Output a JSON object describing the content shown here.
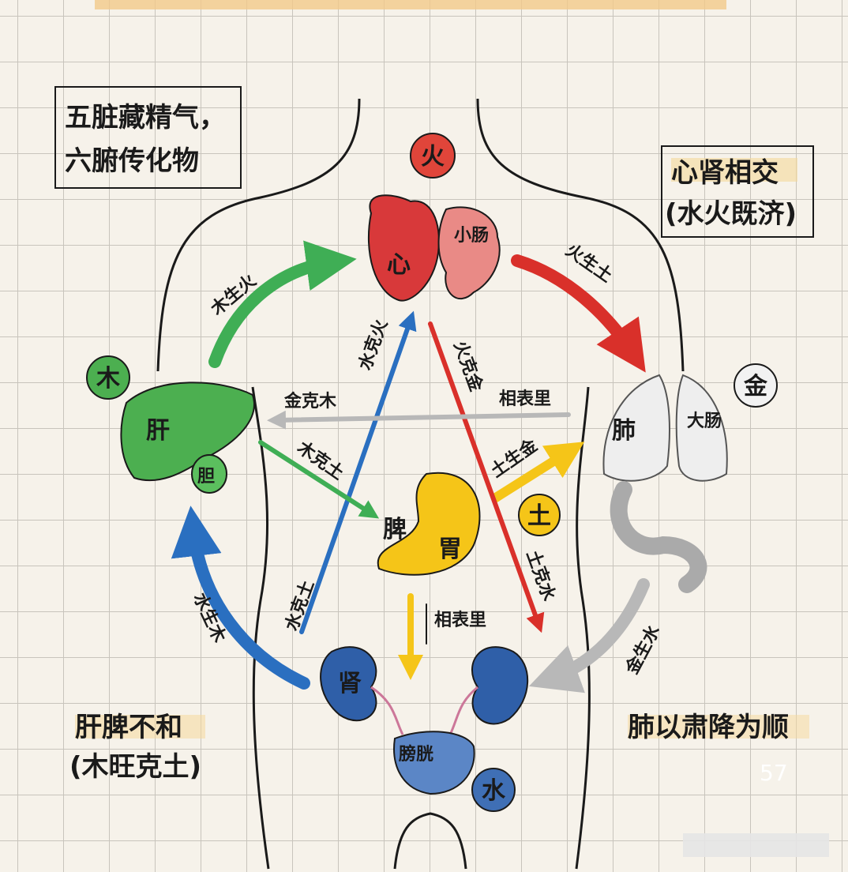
{
  "title_banner": "",
  "boxes": {
    "top_left": [
      "五脏藏精气，",
      "六腑传化物"
    ],
    "top_right": [
      "心肾相交",
      "(水火既济)"
    ]
  },
  "notes": {
    "bottom_left": [
      "肝脾不和",
      "(木旺克土)"
    ],
    "bottom_right": "肺以肃降为顺",
    "page_number": "57"
  },
  "elements": {
    "fire": {
      "label": "火",
      "color": "#e0453a"
    },
    "wood": {
      "label": "木",
      "color": "#4caf50"
    },
    "metal": {
      "label": "金",
      "color": "#f2f2f2"
    },
    "earth": {
      "label": "土",
      "color": "#f5c518"
    },
    "water": {
      "label": "水",
      "color": "#3f6fb5"
    }
  },
  "organs": {
    "heart": "心",
    "small_intestine": "小肠",
    "liver": "肝",
    "gallbladder": "胆",
    "lung": "肺",
    "large_intestine": "大肠",
    "spleen": "脾",
    "stomach": "胃",
    "kidney_left": "肾",
    "bladder": "膀胱"
  },
  "generating_cycle": [
    {
      "label": "木生火",
      "color": "#3fae55"
    },
    {
      "label": "火生土",
      "color": "#d9302a"
    },
    {
      "label": "土生金",
      "color": "#f5c518"
    },
    {
      "label": "金生水",
      "color": "#b8b8b8"
    },
    {
      "label": "水生木",
      "color": "#2a6fc0"
    }
  ],
  "controlling_cycle": [
    {
      "label": "水克火",
      "color": "#2a6fc0"
    },
    {
      "label": "火克金",
      "color": "#d9302a"
    },
    {
      "label": "金克木",
      "color": "#b8b8b8"
    },
    {
      "label": "木克土",
      "color": "#3fae55"
    },
    {
      "label": "水克土",
      "color": "#2a6fc0"
    },
    {
      "label": "土克水",
      "color": "#d9302a"
    }
  ],
  "paired_labels": {
    "lung_liver": "相表里",
    "stomach_kidney": "相表里"
  }
}
